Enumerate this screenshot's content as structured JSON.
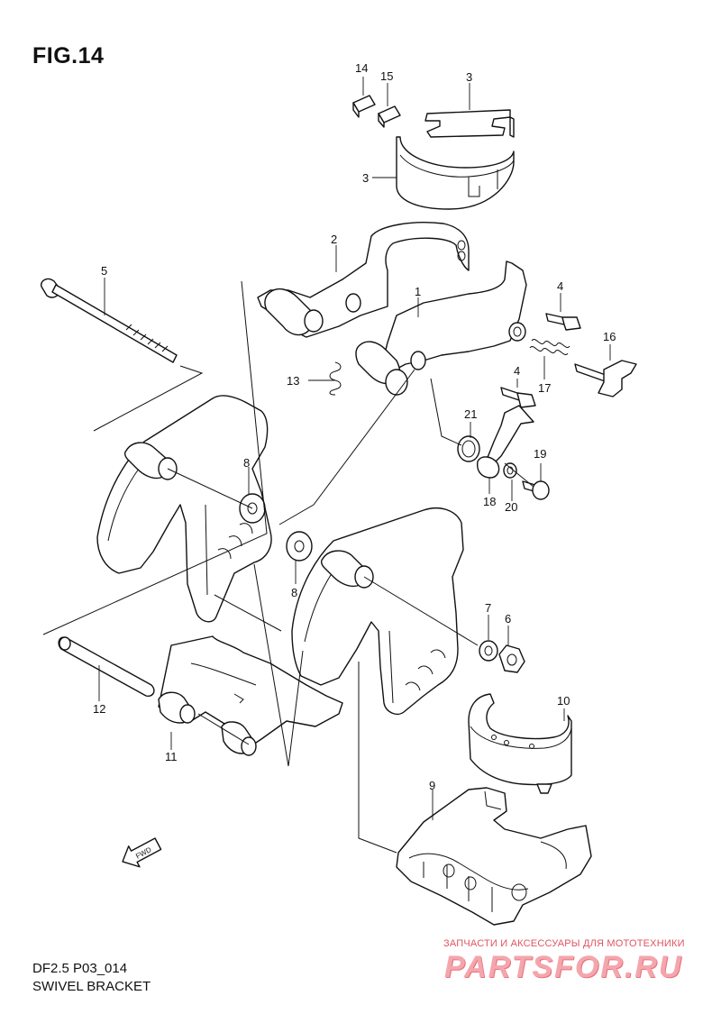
{
  "figure": {
    "title": "FIG.14",
    "model_code": "DF2.5 P03_014",
    "name": "SWIVEL BRACKET"
  },
  "callouts": [
    "14",
    "15",
    "3",
    "3",
    "2",
    "5",
    "1",
    "4",
    "16",
    "13",
    "4",
    "17",
    "21",
    "19",
    "8",
    "18",
    "20",
    "8",
    "7",
    "6",
    "10",
    "12",
    "11",
    "9"
  ],
  "direction_marker": "FWD",
  "watermark": {
    "caption": "ЗАПЧАСТИ И АКСЕССУАРЫ ДЛЯ МОТОТЕХНИКИ",
    "logo": "PARTSFOR.RU"
  }
}
